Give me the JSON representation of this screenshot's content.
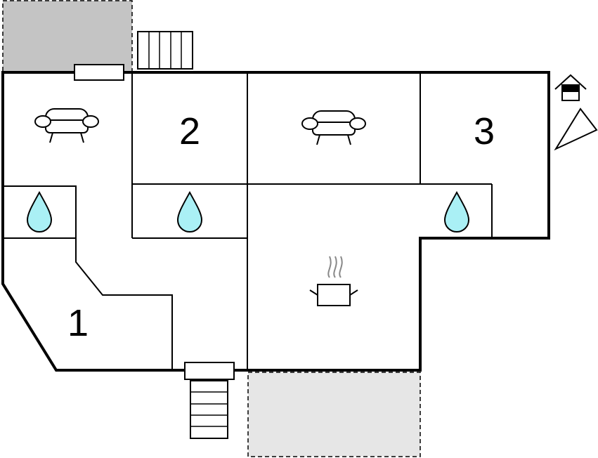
{
  "rooms": [
    {
      "id": "1",
      "label": "1"
    },
    {
      "id": "2",
      "label": "2"
    },
    {
      "id": "3",
      "label": "3"
    }
  ],
  "colors": {
    "wall": "#000000",
    "water": "#aaf0f5",
    "terrace_dark": "#c4c4c4",
    "terrace_light": "#e6e6e6",
    "steam": "#888888"
  },
  "icons": [
    "sofa-icon",
    "water-drop-icon",
    "cooking-pot-icon",
    "house-icon",
    "compass-north-icon",
    "stairs-icon"
  ]
}
